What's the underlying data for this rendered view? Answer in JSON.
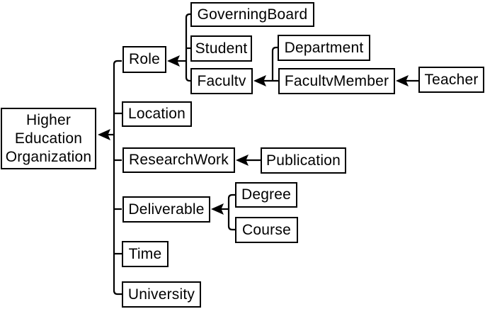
{
  "diagram_type": "concept-tree",
  "colors": {
    "background": "#ffffff",
    "box_fill": "#ffffff",
    "box_border": "#000000",
    "text": "#000000",
    "line": "#000000"
  },
  "nodes": {
    "higher_education_organization": {
      "label": "Higher\nEducation\nOrganization"
    },
    "role": {
      "label": "Role"
    },
    "location": {
      "label": "Location"
    },
    "research_work": {
      "label": "ResearchWork"
    },
    "deliverable": {
      "label": "Deliverable"
    },
    "time": {
      "label": "Time"
    },
    "university": {
      "label": "University"
    },
    "governing_board": {
      "label": "GoverningBoard"
    },
    "student": {
      "label": "Student"
    },
    "faculty": {
      "label": "Facultv"
    },
    "department": {
      "label": "Department"
    },
    "faculty_member": {
      "label": "FacultvMember"
    },
    "teacher": {
      "label": "Teacher"
    },
    "publication": {
      "label": "Publication"
    },
    "degree": {
      "label": "Degree"
    },
    "course": {
      "label": "Course"
    }
  },
  "edges": [
    {
      "from": "role",
      "to": "higher_education_organization"
    },
    {
      "from": "location",
      "to": "higher_education_organization"
    },
    {
      "from": "research_work",
      "to": "higher_education_organization"
    },
    {
      "from": "deliverable",
      "to": "higher_education_organization"
    },
    {
      "from": "time",
      "to": "higher_education_organization"
    },
    {
      "from": "university",
      "to": "higher_education_organization"
    },
    {
      "from": "governing_board",
      "to": "role"
    },
    {
      "from": "student",
      "to": "role"
    },
    {
      "from": "faculty",
      "to": "role"
    },
    {
      "from": "department",
      "to": "faculty"
    },
    {
      "from": "faculty_member",
      "to": "faculty"
    },
    {
      "from": "teacher",
      "to": "faculty_member"
    },
    {
      "from": "publication",
      "to": "research_work"
    },
    {
      "from": "degree",
      "to": "deliverable"
    },
    {
      "from": "course",
      "to": "deliverable"
    }
  ]
}
